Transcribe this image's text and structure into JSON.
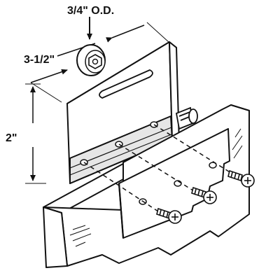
{
  "labels": {
    "roller_diameter": "3/4\" O.D.",
    "width": "3-1/2\"",
    "height": "2\""
  },
  "colors": {
    "ink": "#111111",
    "paper": "#ffffff",
    "metal_shade": "#e6e6e6",
    "glass_shade": "#f2f2f2"
  }
}
